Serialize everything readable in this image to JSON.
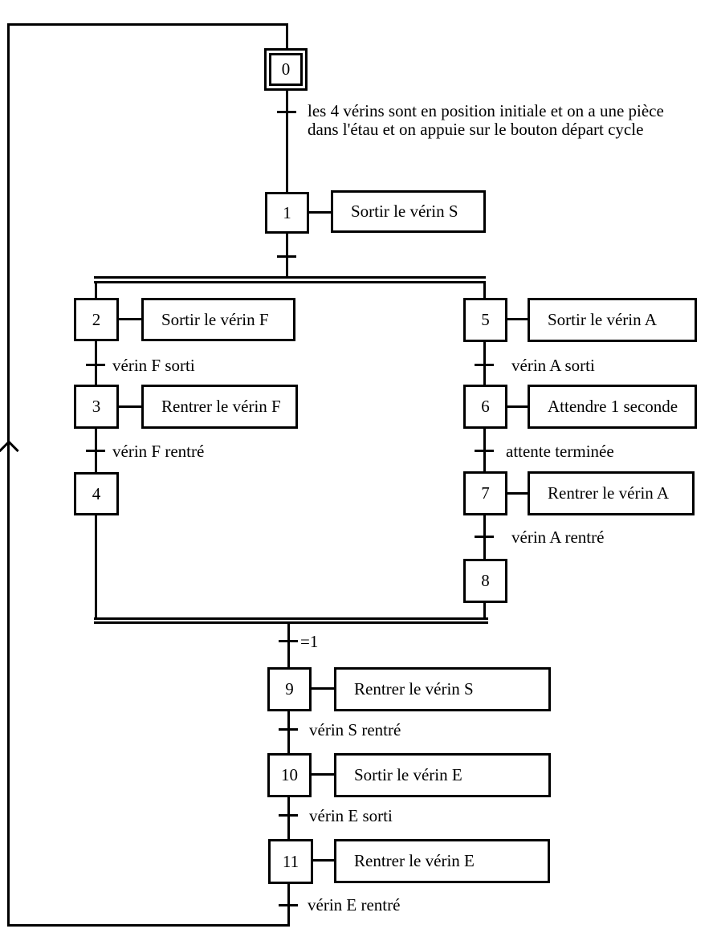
{
  "colors": {
    "line": "#000000",
    "background": "#ffffff",
    "text": "#000000"
  },
  "steps": [
    {
      "num": "0",
      "initial": true,
      "action": null
    },
    {
      "num": "1",
      "action": "Sortir le vérin S"
    },
    {
      "num": "2",
      "action": "Sortir le vérin F"
    },
    {
      "num": "3",
      "action": "Rentrer le vérin F"
    },
    {
      "num": "4",
      "action": null
    },
    {
      "num": "5",
      "action": "Sortir le vérin A"
    },
    {
      "num": "6",
      "action": "Attendre 1 seconde"
    },
    {
      "num": "7",
      "action": "Rentrer le vérin A"
    },
    {
      "num": "8",
      "action": null
    },
    {
      "num": "9",
      "action": "Rentrer le vérin S"
    },
    {
      "num": "10",
      "action": "Sortir le vérin E"
    },
    {
      "num": "11",
      "action": "Rentrer le vérin E"
    }
  ],
  "transitions": {
    "start_condition_line1": "les 4 vérins sont en position initiale et on a une pièce",
    "start_condition_line2": "dans l'étau et on appuie sur le bouton départ cycle",
    "after_2": "vérin F sorti",
    "after_3": "vérin F rentré",
    "after_5": "vérin A sorti",
    "after_6": "attente terminée",
    "after_7": "vérin A rentré",
    "after_join": "=1",
    "after_9": "vérin S rentré",
    "after_10": "vérin E sorti",
    "after_11": "vérin E rentré"
  }
}
